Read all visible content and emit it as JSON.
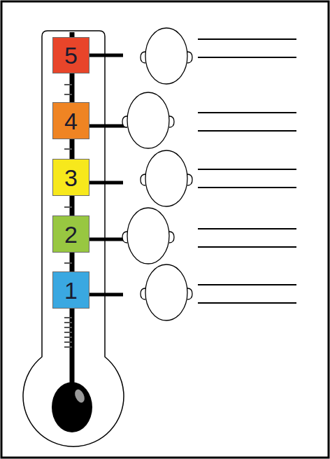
{
  "diagram": {
    "nodes": [
      {
        "text": [
          "5"
        ]
      },
      {
        "text": [
          "4"
        ]
      },
      {
        "text": [
          "3"
        ]
      },
      {
        "text": [
          "2"
        ]
      },
      {
        "text": [
          "1"
        ]
      }
    ]
  }
}
